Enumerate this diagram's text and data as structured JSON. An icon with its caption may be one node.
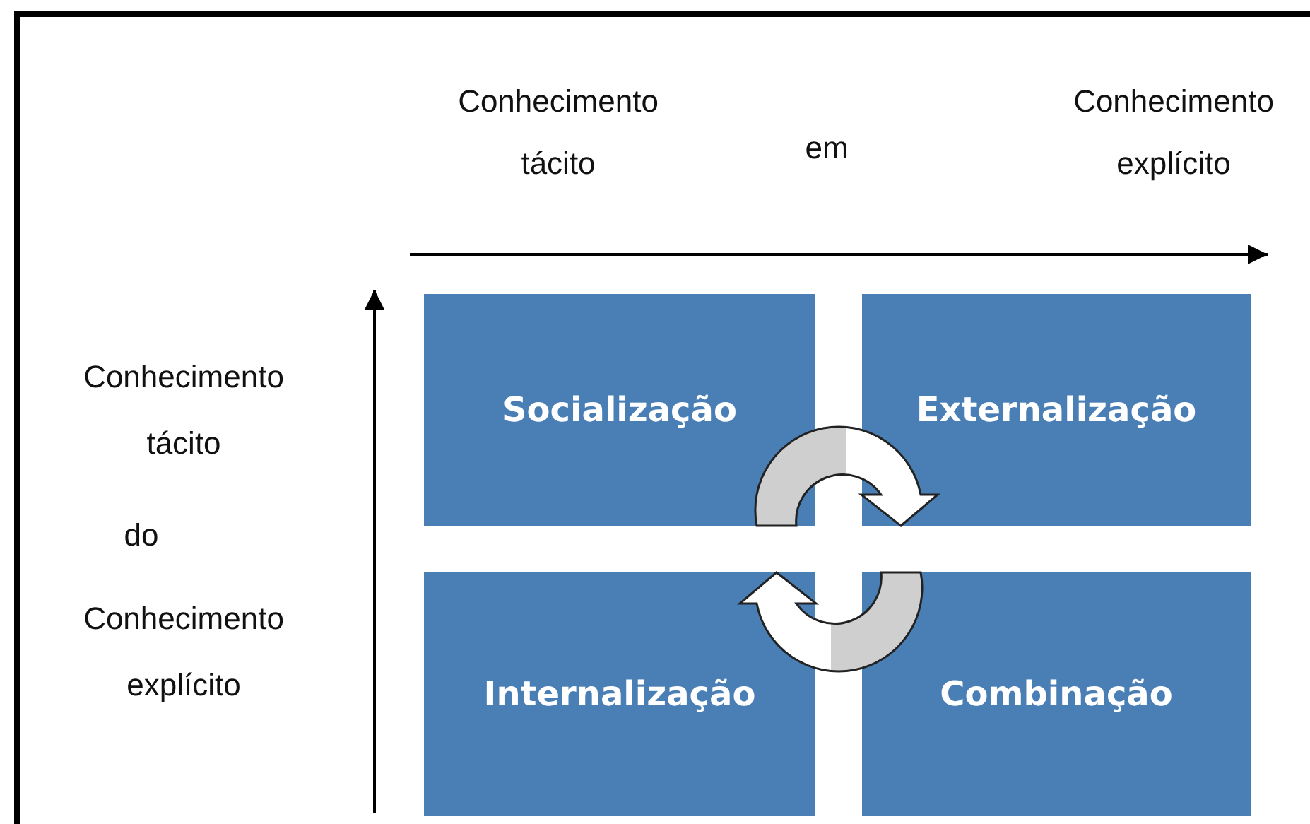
{
  "diagram": {
    "nodes": [
      {
        "text": [
          "Socialização"
        ]
      },
      {
        "text": [
          "Externalização"
        ]
      },
      {
        "text": [
          "Internalização"
        ]
      },
      {
        "text": [
          "Combinação"
        ]
      }
    ],
    "edges": [
      {
        "from": 0,
        "to": 1,
        "arrow": "to"
      },
      {
        "from": 3,
        "to": 2,
        "arrow": "to"
      }
    ],
    "labels": [
      "Conhecimento tácito",
      "em",
      "Conhecimento explícito",
      "Conhecimento tácito",
      "do",
      "Conhecimento explícito"
    ]
  }
}
